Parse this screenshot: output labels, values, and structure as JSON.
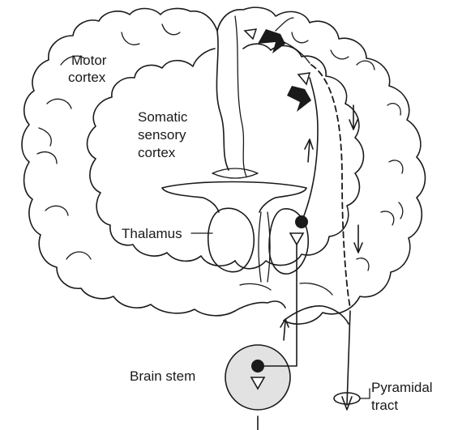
{
  "labels": {
    "motor_cortex_line1": "Motor",
    "motor_cortex_line2": "cortex",
    "somatic_line1": "Somatic",
    "somatic_line2": "sensory",
    "somatic_line3": "cortex",
    "thalamus": "Thalamus",
    "brain_stem": "Brain stem",
    "pyramidal_line1": "Pyramidal",
    "pyramidal_line2": "tract"
  },
  "colors": {
    "ink": "#1a1a1a",
    "thalamus_fill": "#d9d9d9",
    "brainstem_fill": "#e2e2e2",
    "background": "#ffffff"
  }
}
